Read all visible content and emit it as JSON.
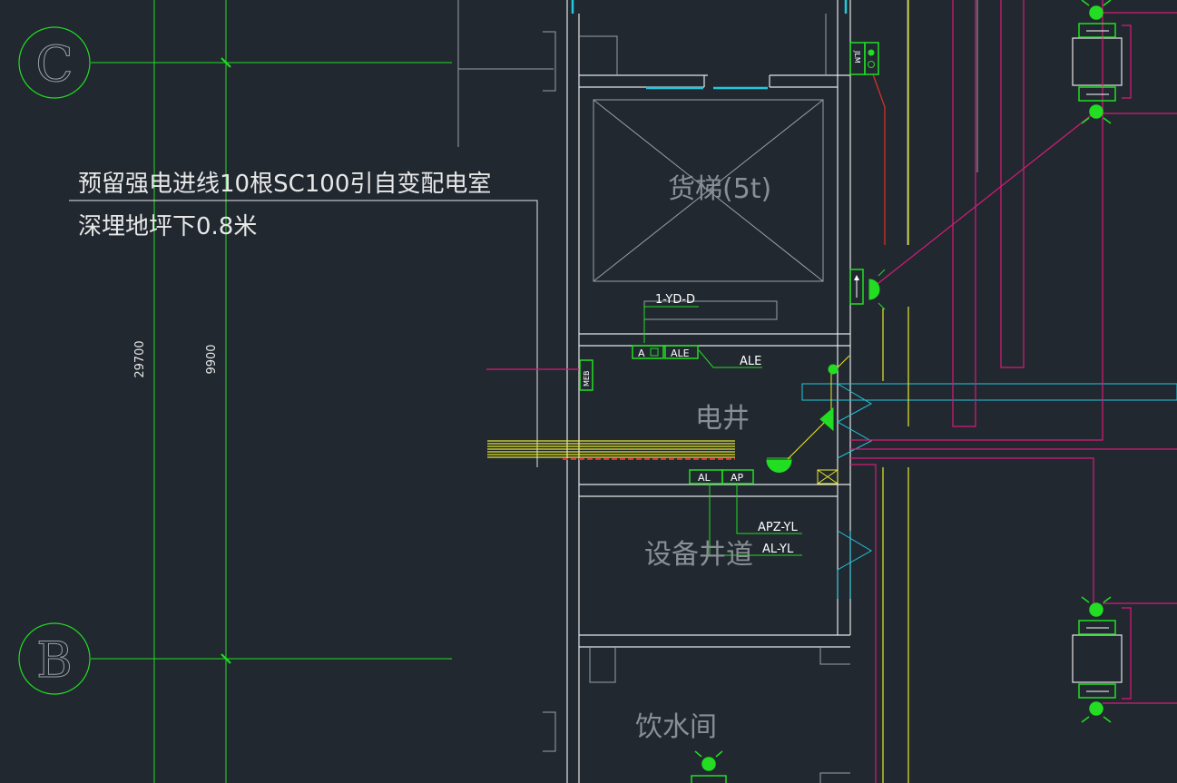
{
  "colors": {
    "background": "#212830",
    "axis_green": "#22dd22",
    "wall_white": "#e6e6e6",
    "wall_grey": "#9aa0a6",
    "cyan": "#22c8dd",
    "magenta": "#d81b7a",
    "yellow": "#e8e82a",
    "red": "#e0302a"
  },
  "grid_axes": {
    "c": "C",
    "b": "B"
  },
  "dimensions": {
    "total": "29700",
    "span": "9900"
  },
  "notes": {
    "line1": "预留强电进线10根SC100引自变配电室",
    "line2": "深埋地坪下0.8米"
  },
  "rooms": {
    "freight_elevator": "货梯(5t)",
    "electrical_shaft": "电井",
    "equipment_shaft": "设备井道",
    "water_room": "饮水间"
  },
  "panels": {
    "yd": "1-YD-D",
    "a": "A",
    "ale_box": "ALE",
    "ale_label": "ALE",
    "al_box": "AL",
    "ap_box": "AP",
    "apz": "APZ-YL",
    "alyl": "AL-YL",
    "meb": "MEB",
    "jlm": "JLM"
  }
}
